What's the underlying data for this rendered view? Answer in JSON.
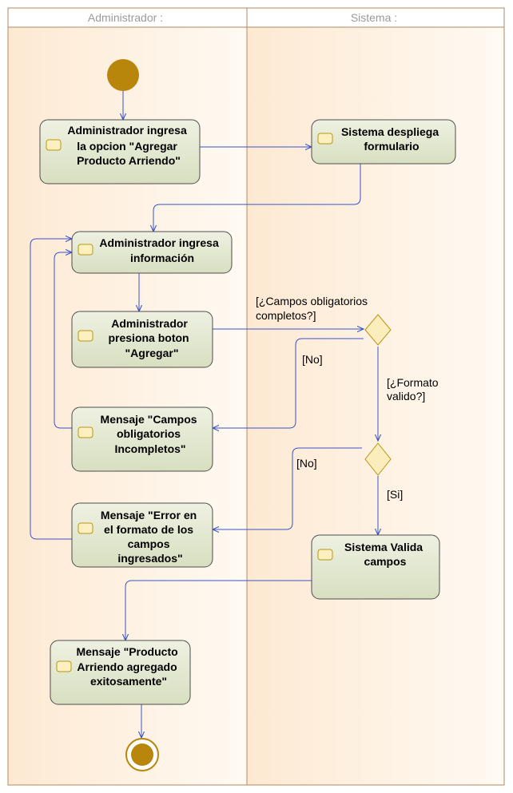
{
  "colors": {
    "lane_fill": "#fdf3e6",
    "lane_border": "#b08a63",
    "action_fill": "#e6ead6",
    "action_border": "#4d4d4d",
    "edge": "#3a53c7",
    "start": "#b8860b",
    "decision_fill": "#fbeebc",
    "decision_border": "#b8960f"
  },
  "lanes": [
    {
      "title": "Administrador :"
    },
    {
      "title": "Sistema :"
    }
  ],
  "nodes": {
    "start": {
      "kind": "start-node"
    },
    "a1": {
      "lines": [
        "Administrador ingresa",
        "la opcion \"Agregar",
        "Producto Arriendo\""
      ]
    },
    "s1": {
      "lines": [
        "Sistema despliega",
        "formulario"
      ]
    },
    "a2": {
      "lines": [
        "Administrador ingresa",
        "información"
      ]
    },
    "a3": {
      "lines": [
        "Administrador",
        "presiona boton",
        "\"Agregar\""
      ]
    },
    "m1": {
      "lines": [
        "Mensaje \"Campos",
        "obligatorios",
        "Incompletos\""
      ]
    },
    "m2": {
      "lines": [
        "Mensaje \"Error en",
        "el formato de los",
        "campos",
        "ingresados\""
      ]
    },
    "s2": {
      "lines": [
        "Sistema Valida",
        "campos"
      ]
    },
    "m3": {
      "lines": [
        "Mensaje \"Producto",
        "Arriendo agregado",
        "exitosamente\""
      ]
    },
    "d1": {
      "kind": "decision"
    },
    "d2": {
      "kind": "decision"
    },
    "end": {
      "kind": "end-node"
    }
  },
  "guards": {
    "g1": {
      "lines": [
        "[¿Campos obligatorios",
        "completos?]"
      ]
    },
    "g2": {
      "lines": [
        "[No]"
      ]
    },
    "g3": {
      "lines": [
        "[¿Formato",
        "valido?]"
      ]
    },
    "g4": {
      "lines": [
        "[No]"
      ]
    },
    "g5": {
      "lines": [
        "[Si]"
      ]
    }
  }
}
